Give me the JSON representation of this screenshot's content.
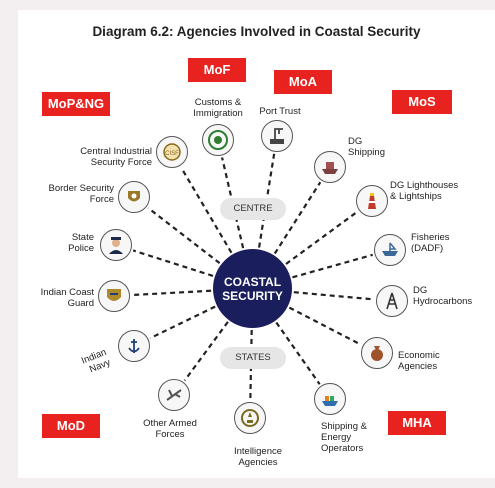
{
  "title": "Diagram 6.2: Agencies Involved in Coastal Security",
  "hub": {
    "line1": "COASTAL",
    "line2": "SECURITY"
  },
  "pills": {
    "centre": "CENTRE",
    "states": "STATES"
  },
  "ministries": {
    "mof": "MoF",
    "moa": "MoA",
    "mopng": "MoP&NG",
    "mos": "MoS",
    "mod": "MoD",
    "mha": "MHA"
  },
  "agencies": {
    "customs": {
      "line1": "Customs &",
      "line2": "Immigration",
      "icon": "emblem-icon",
      "color": "#2e7d32"
    },
    "port_trust": {
      "line1": "Port Trust",
      "icon": "crane-icon",
      "color": "#444444"
    },
    "dg_shipping": {
      "line1": "DG",
      "line2": "Shipping",
      "icon": "ship-icon",
      "color": "#7b3f3f"
    },
    "dg_lighthouses": {
      "line1": "DG Lighthouses",
      "line2": "& Lightships",
      "icon": "lighthouse-icon",
      "color": "#c0392b"
    },
    "fisheries": {
      "line1": "Fisheries",
      "line2": "(DADF)",
      "icon": "boat-icon",
      "color": "#3b6a9a"
    },
    "dg_hydrocarbons": {
      "line1": "DG",
      "line2": "Hydrocarbons",
      "icon": "rig-icon",
      "color": "#333333"
    },
    "economic": {
      "line1": "Economic",
      "line2": "Agencies",
      "icon": "money-bag-icon",
      "color": "#a0522d"
    },
    "shipping_energy": {
      "line1": "Shipping &",
      "line2": "Energy",
      "line3": "Operators",
      "icon": "cargo-ship-icon",
      "color": "#2f6fb0"
    },
    "intelligence": {
      "line1": "Intelligence",
      "line2": "Agencies",
      "icon": "seal-icon",
      "color": "#7a6a20"
    },
    "other_forces": {
      "line1": "Other Armed",
      "line2": "Forces",
      "icon": "jet-icon",
      "color": "#555555"
    },
    "navy": {
      "line1": "Indian",
      "line2": "Navy",
      "icon": "anchor-crest-icon",
      "color": "#1f3f7a"
    },
    "coast_guard": {
      "line1": "Indian Coast",
      "line2": "Guard",
      "icon": "coastguard-crest-icon",
      "color": "#b08a2a"
    },
    "state_police": {
      "line1": "State",
      "line2": "Police",
      "icon": "police-officer-icon",
      "color": "#1b2a4a"
    },
    "bsf": {
      "line1": "Border Security",
      "line2": "Force",
      "icon": "bsf-crest-icon",
      "color": "#9a7a2a"
    },
    "cisf": {
      "line1": "Central Industrial",
      "line2": "Security Force",
      "icon": "cisf-crest-icon",
      "color": "#8a6a1a"
    }
  }
}
